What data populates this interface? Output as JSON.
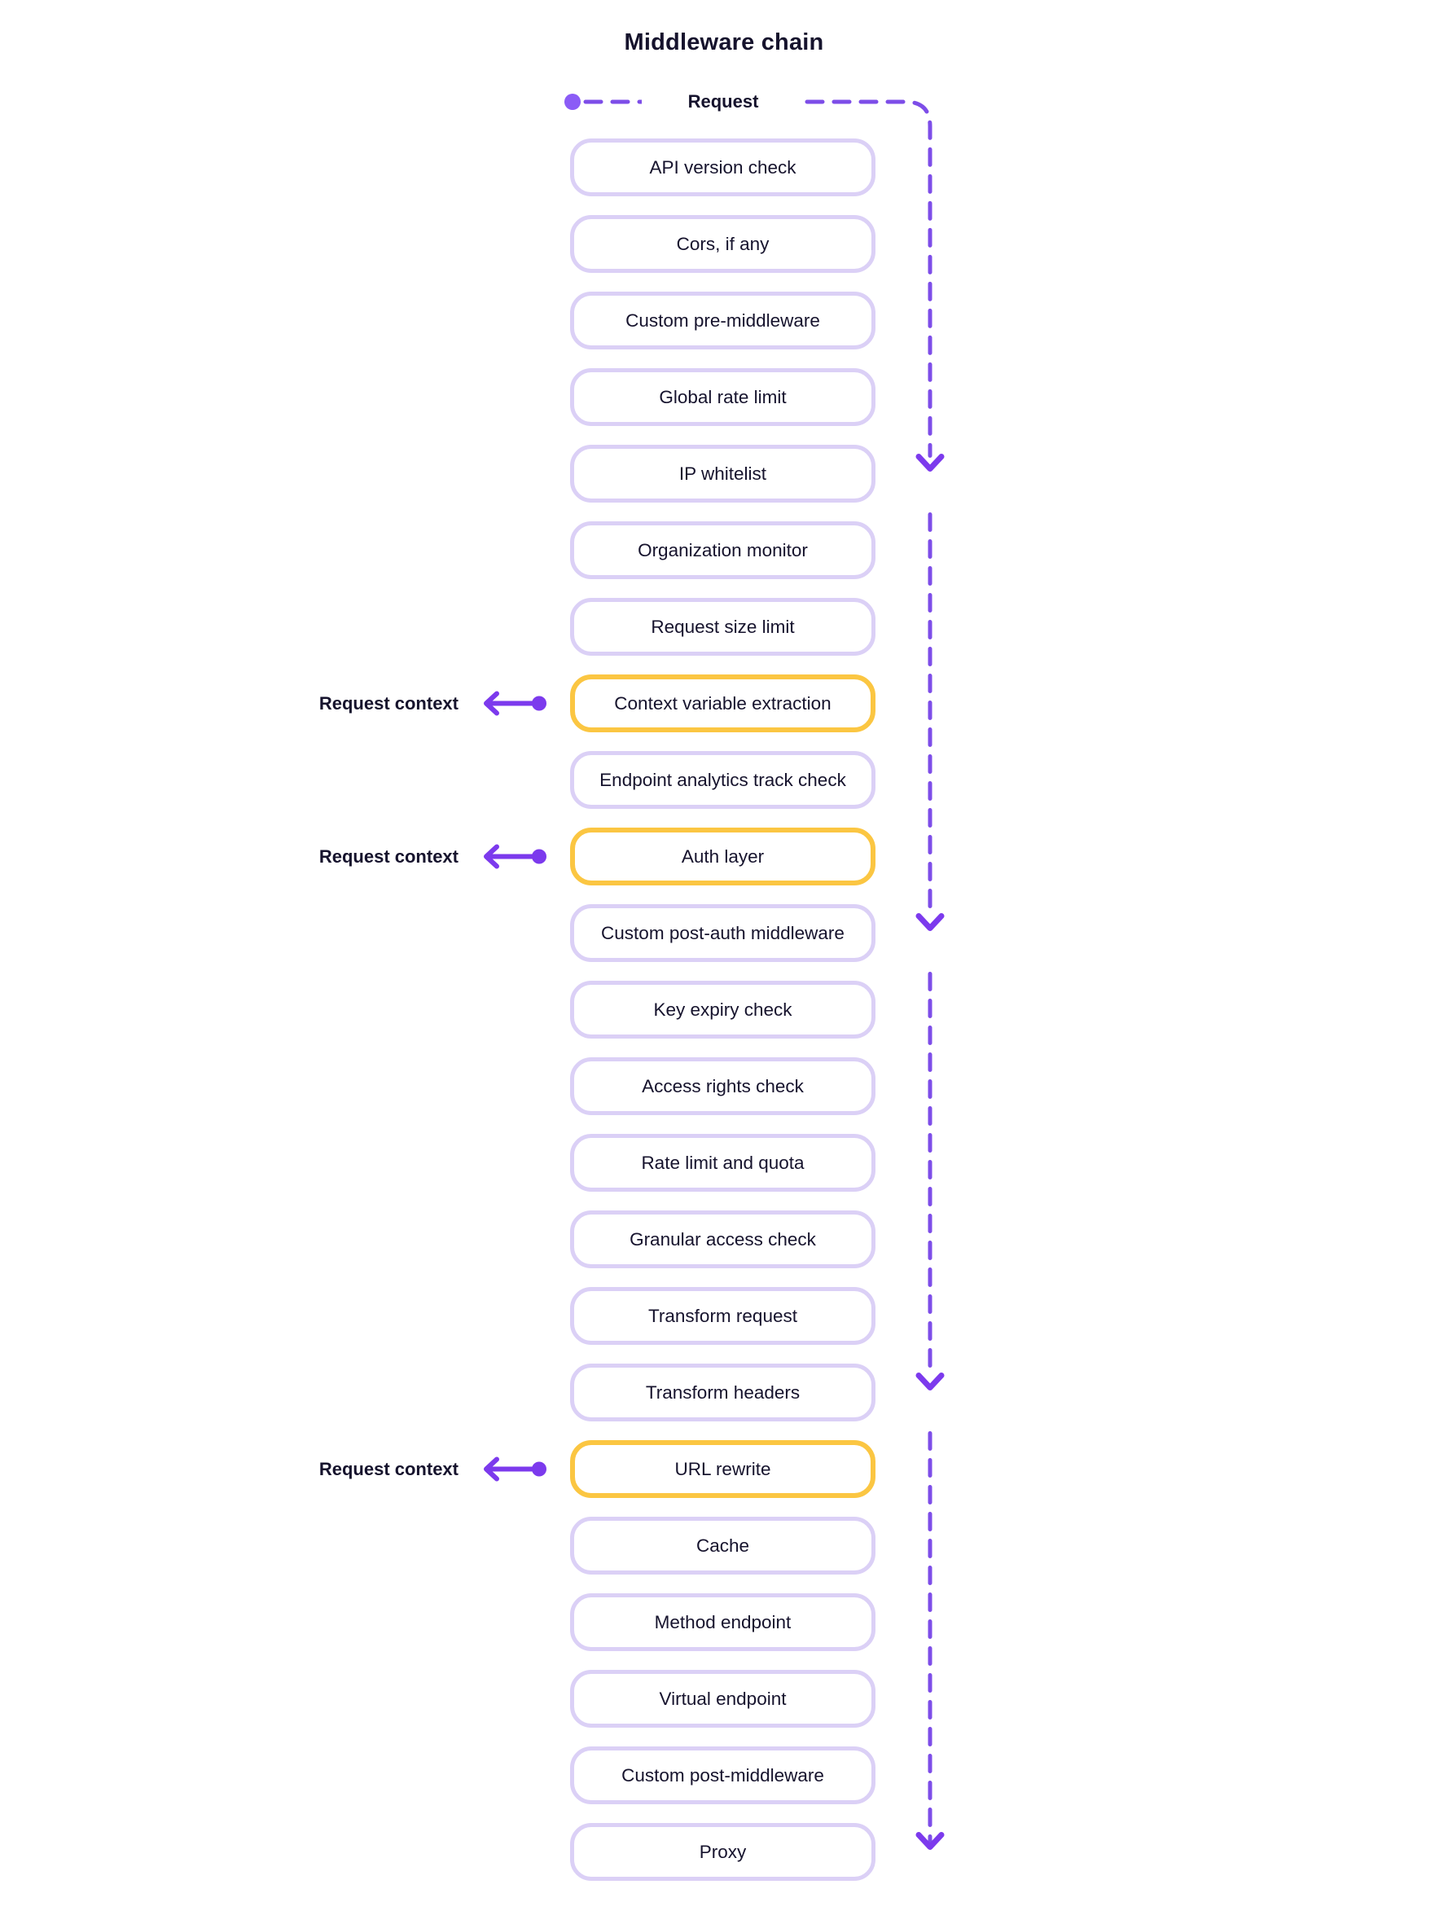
{
  "title": "Middleware chain",
  "flow": {
    "start_label": "Request",
    "context_label": "Request context"
  },
  "colors": {
    "line_purple": "#7d4de8",
    "arrow_purple": "#7c3aed",
    "dot_purple": "#8b5cf6",
    "box_border": "#dbd0f6",
    "highlight_border": "#fbc642",
    "text_dark": "#16132d"
  },
  "boxes": [
    {
      "label": "API version check",
      "highlight": false,
      "context_arrow": false
    },
    {
      "label": "Cors, if any",
      "highlight": false,
      "context_arrow": false
    },
    {
      "label": "Custom pre-middleware",
      "highlight": false,
      "context_arrow": false
    },
    {
      "label": "Global rate limit",
      "highlight": false,
      "context_arrow": false
    },
    {
      "label": "IP whitelist",
      "highlight": false,
      "context_arrow": false
    },
    {
      "label": "Organization monitor",
      "highlight": false,
      "context_arrow": false
    },
    {
      "label": "Request size limit",
      "highlight": false,
      "context_arrow": false
    },
    {
      "label": "Context variable extraction",
      "highlight": true,
      "context_arrow": true
    },
    {
      "label": "Endpoint analytics track check",
      "highlight": false,
      "context_arrow": false
    },
    {
      "label": "Auth layer",
      "highlight": true,
      "context_arrow": true
    },
    {
      "label": "Custom post-auth middleware",
      "highlight": false,
      "context_arrow": false
    },
    {
      "label": "Key expiry check",
      "highlight": false,
      "context_arrow": false
    },
    {
      "label": "Access rights check",
      "highlight": false,
      "context_arrow": false
    },
    {
      "label": "Rate limit and quota",
      "highlight": false,
      "context_arrow": false
    },
    {
      "label": "Granular access check",
      "highlight": false,
      "context_arrow": false
    },
    {
      "label": "Transform request",
      "highlight": false,
      "context_arrow": false
    },
    {
      "label": "Transform headers",
      "highlight": false,
      "context_arrow": false
    },
    {
      "label": "URL rewrite",
      "highlight": true,
      "context_arrow": true
    },
    {
      "label": "Cache",
      "highlight": false,
      "context_arrow": false
    },
    {
      "label": "Method endpoint",
      "highlight": false,
      "context_arrow": false
    },
    {
      "label": "Virtual endpoint",
      "highlight": false,
      "context_arrow": false
    },
    {
      "label": "Custom post-middleware",
      "highlight": false,
      "context_arrow": false
    },
    {
      "label": "Proxy",
      "highlight": false,
      "context_arrow": false
    }
  ],
  "rail": {
    "arrow_box_indices": [
      4,
      10,
      16,
      22
    ]
  }
}
